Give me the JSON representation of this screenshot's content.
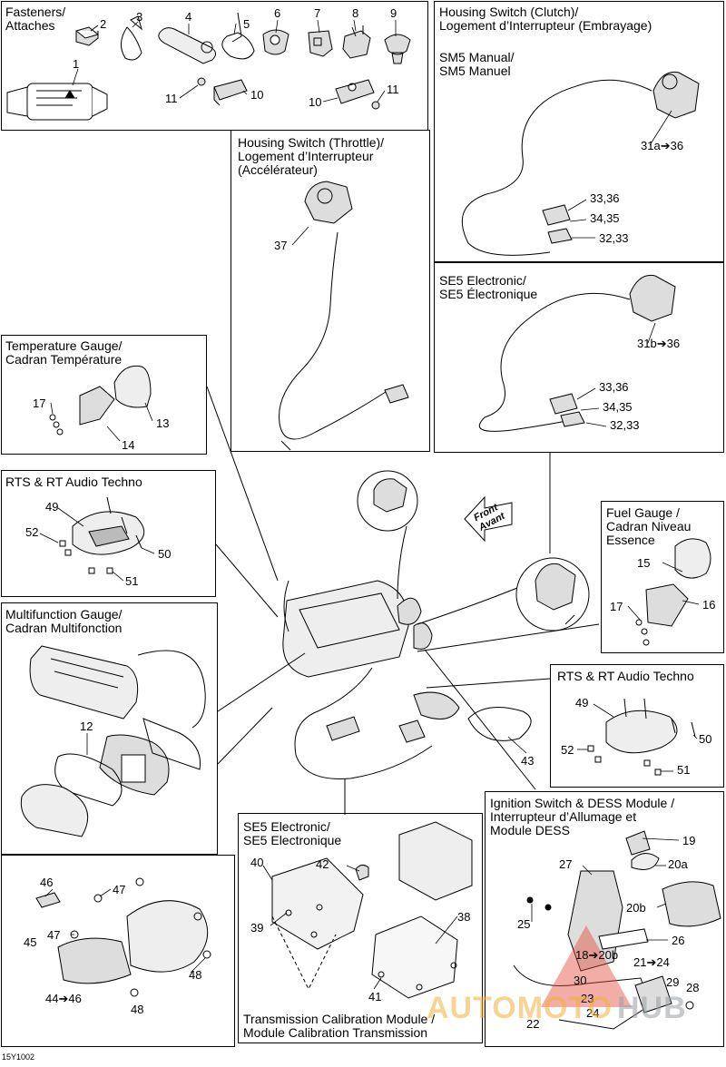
{
  "sections": {
    "fasteners": {
      "title": [
        "Fasteners/",
        "Attaches"
      ]
    },
    "clutch_switch": {
      "title": [
        "Housing Switch (Clutch)/",
        "Logement d’Interrupteur (Embrayage)"
      ]
    },
    "sm5": {
      "title": [
        "SM5 Manual/",
        "SM5 Manuel"
      ]
    },
    "se5_top": {
      "title": [
        "SE5 Electronic/",
        "SE5 Électronique"
      ]
    },
    "throttle_switch": {
      "title": [
        "Housing Switch (Throttle)/",
        "Logement d’Interrupteur",
        "(Accélérateur)"
      ]
    },
    "temp_gauge": {
      "title": [
        "Temperature Gauge/",
        "Cadran Température"
      ]
    },
    "rts_left": {
      "title": [
        "RTS & RT Audio Techno"
      ]
    },
    "fuel_gauge": {
      "title": [
        "Fuel Gauge /",
        "Cadran Niveau",
        "Essence"
      ]
    },
    "multifunction": {
      "title": [
        "Multifunction Gauge/",
        "Cadran Multifonction"
      ]
    },
    "rts_right": {
      "title": [
        "RTS & RT Audio Techno"
      ]
    },
    "ignition": {
      "title": [
        "Ignition Switch &  DESS Module /",
        "Interrupteur d’Allumage et",
        "Module DESS"
      ]
    },
    "se5_bottom": {
      "title": [
        "SE5 Electronic/",
        "SE5 Electronique"
      ]
    },
    "tcm": {
      "title": [
        "Transmission Calibration Module /",
        "Module Calibration Transmission"
      ]
    }
  },
  "front_arrow": [
    "Front",
    "Avant"
  ],
  "callouts": {
    "c1": "1",
    "c2": "2",
    "c3": "3",
    "c4": "4",
    "c5": "5",
    "c6": "6",
    "c7": "7",
    "c8": "8",
    "c9": "9",
    "c10a": "10",
    "c10b": "10",
    "c11a": "11",
    "c11b": "11",
    "c31a": "31a➔36",
    "c3336a": "33,36",
    "c3435a": "34,35",
    "c3233a": "32,33",
    "c31b": "31b➔36",
    "c3336b": "33,36",
    "c3435b": "34,35",
    "c3233b": "32,33",
    "c37": "37",
    "c17a": "17",
    "c13": "13",
    "c14": "14",
    "c49a": "49",
    "c52a": "52",
    "c50a": "50",
    "c51a": "51",
    "c15": "15",
    "c17b": "17",
    "c16": "16",
    "c12": "12",
    "c43": "43",
    "c49b": "49",
    "c50b": "50",
    "c52b": "52",
    "c51b": "51",
    "c46": "46",
    "c47a": "47",
    "c47b": "47",
    "c45": "45",
    "c48a": "48",
    "c4446": "44➔46",
    "c48b": "48",
    "c40": "40",
    "c42": "42",
    "c38": "38",
    "c39": "39",
    "c41": "41",
    "c19": "19",
    "c27": "27",
    "c20a": "20a",
    "c20b": "20b",
    "c25": "25",
    "c26": "26",
    "c1820b": "18➔20b",
    "c2124": "21➔24",
    "c30": "30",
    "c29": "29",
    "c28": "28",
    "c23": "23",
    "c24": "24",
    "c22": "22"
  },
  "figure_code": "15Y1002",
  "watermark": {
    "left": "AUTOMOTO",
    "right": "HUB"
  }
}
